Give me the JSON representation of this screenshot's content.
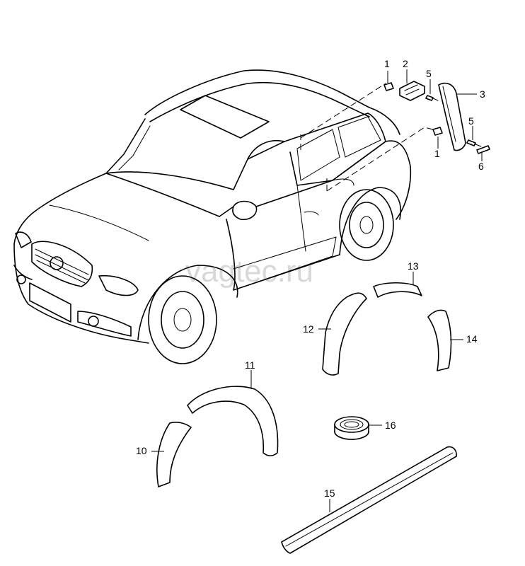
{
  "watermark": "vagtec.ru",
  "callouts": {
    "c1a": "1",
    "c2": "2",
    "c5a": "5",
    "c3": "3",
    "c5b": "5",
    "c1b": "1",
    "c6": "6",
    "c13": "13",
    "c12": "12",
    "c14": "14",
    "c11": "11",
    "c10": "10",
    "c16": "16",
    "c15": "15"
  }
}
